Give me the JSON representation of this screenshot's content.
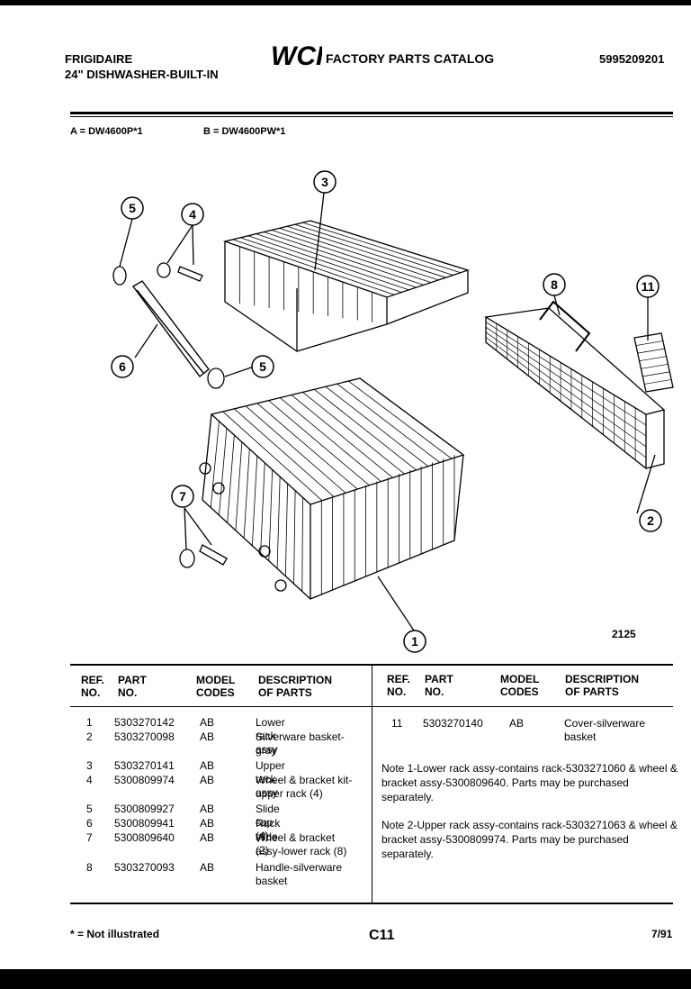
{
  "header": {
    "brand": "FRIGIDAIRE",
    "product": "24\" DISHWASHER-BUILT-IN",
    "logo_text": "WCI",
    "catalog_title": "FACTORY PARTS CATALOG",
    "catalog_number": "5995209201"
  },
  "models": {
    "a": "A = DW4600P*1",
    "b": "B = DW4600PW*1"
  },
  "diagram": {
    "callouts": [
      "5",
      "4",
      "3",
      "8",
      "11",
      "6",
      "5",
      "7",
      "2",
      "1"
    ],
    "figure_number": "2125"
  },
  "table": {
    "headers": {
      "ref1": "REF.",
      "ref2": "NO.",
      "part1": "PART",
      "part2": "NO.",
      "model1": "MODEL",
      "model2": "CODES",
      "desc1": "DESCRIPTION",
      "desc2": "OF PARTS"
    },
    "left_rows": [
      {
        "ref": "1",
        "part": "5303270142",
        "codes": "AB",
        "desc": "Lower rack assy"
      },
      {
        "ref": "2",
        "part": "5303270098",
        "codes": "AB",
        "desc": "Silverware basket-\ngray"
      },
      {
        "ref": "3",
        "part": "5303270141",
        "codes": "AB",
        "desc": "Upper rack assy"
      },
      {
        "ref": "4",
        "part": "5300809974",
        "codes": "AB",
        "desc": "Wheel & bracket kit-\nupper rack (4)"
      },
      {
        "ref": "5",
        "part": "5300809927",
        "codes": "AB",
        "desc": "Slide cap (4)"
      },
      {
        "ref": "6",
        "part": "5300809941",
        "codes": "AB",
        "desc": "Rack slide (2)"
      },
      {
        "ref": "7",
        "part": "5300809640",
        "codes": "AB",
        "desc": "Wheel & bracket\nassy-lower rack (8)"
      },
      {
        "ref": "8",
        "part": "5303270093",
        "codes": "AB",
        "desc": "Handle-silverware\nbasket"
      }
    ],
    "right_rows": [
      {
        "ref": "11",
        "part": "5303270140",
        "codes": "AB",
        "desc": "Cover-silverware\nbasket"
      }
    ],
    "notes": [
      "Note 1-Lower rack assy-contains rack-5303271060 & wheel & bracket assy-5300809640. Parts may be purchased separately.",
      "Note 2-Upper rack assy-contains rack-5303271063 & wheel & bracket assy-5300809974. Parts may be purchased separately."
    ]
  },
  "footer": {
    "legend": "* = Not illustrated",
    "page": "C11",
    "date": "7/91"
  }
}
